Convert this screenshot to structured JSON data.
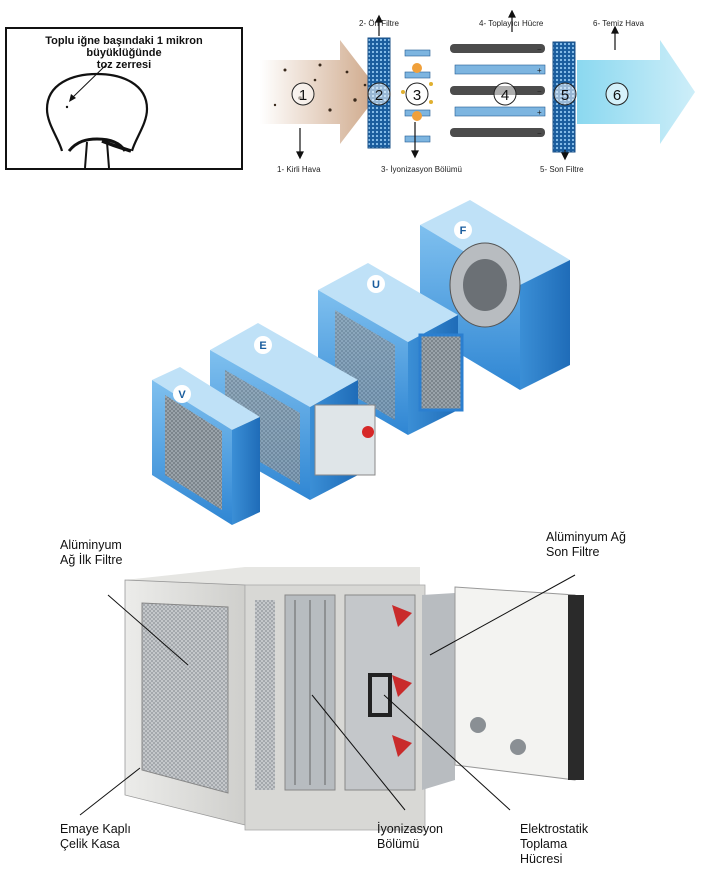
{
  "pin_inset": {
    "title_line1": "Toplu iğne başındaki 1 mikron büyüklüğünde",
    "title_line2": "toz zerresi"
  },
  "flow_diagram": {
    "labels": {
      "dirty_air": "1- Kirli Hava",
      "pre_filter": "2- Ön Filtre",
      "ionization": "3- İyonizasyon Bölümü",
      "collector": "4- Toplayıcı Hücre",
      "final_filter": "5- Son Filtre",
      "clean_air": "6- Temiz Hava"
    },
    "stage_numbers": [
      "1",
      "2",
      "3",
      "4",
      "5",
      "6"
    ],
    "plate_signs": [
      "−",
      "+",
      "−",
      "+",
      "−"
    ]
  },
  "exploded_view": {
    "module_letters": [
      "V",
      "E",
      "U",
      "F"
    ]
  },
  "photo_callouts": {
    "pre_filter": [
      "Alüminyum",
      "Ağ İlk Filtre"
    ],
    "final_filter": [
      "Alüminyum Ağ",
      "Son Filtre"
    ],
    "casing": [
      "Emaye Kaplı",
      "Çelik Kasa"
    ],
    "ionization": [
      "İyonizasyon",
      "Bölümü"
    ],
    "collector": [
      "Elektrostatik",
      "Toplama",
      "Hücresi"
    ]
  },
  "colors": {
    "blue_frame": "#2b7fd0",
    "light_blue": "#8fc5ef",
    "casing_grey": "#d9d9d6",
    "dirty_air": "#b98b63",
    "clean_air": "#5fc7e6"
  }
}
